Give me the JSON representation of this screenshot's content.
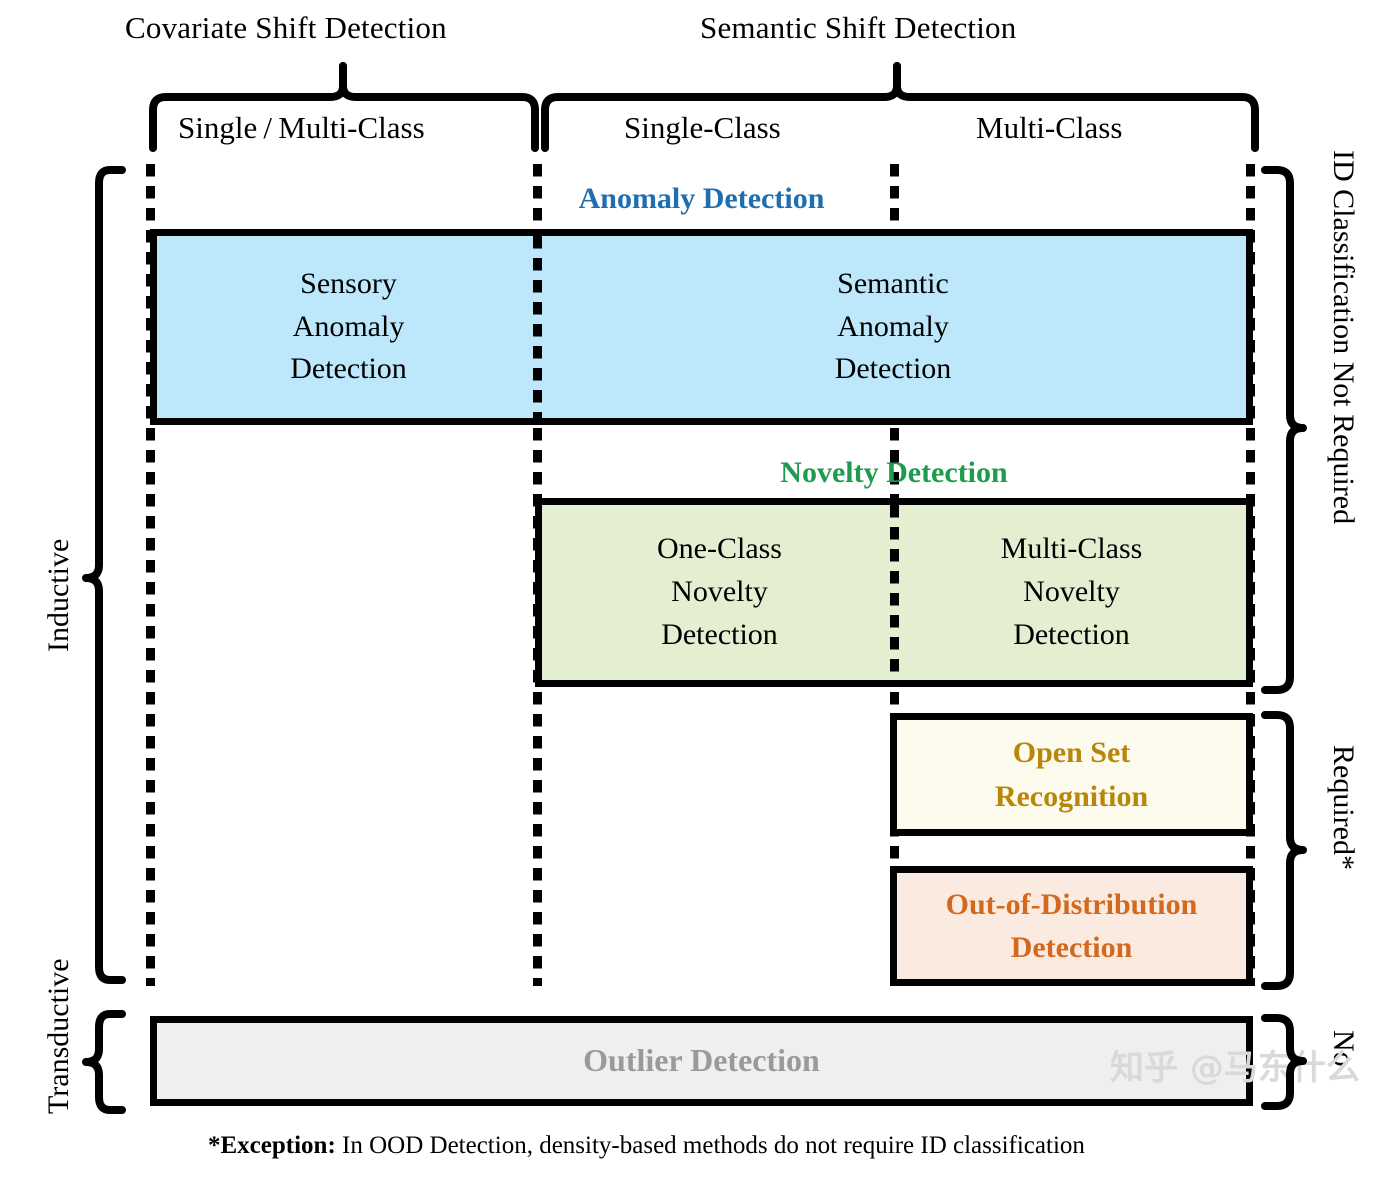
{
  "header": {
    "top_groups": [
      {
        "label": "Covariate Shift Detection"
      },
      {
        "label": "Semantic Shift Detection"
      }
    ],
    "column_groups": [
      {
        "label": "Single / Multi-Class"
      },
      {
        "label": "Single-Class"
      },
      {
        "label": "Multi-Class"
      }
    ]
  },
  "side_left": {
    "inductive": "Inductive",
    "transductive": "Transductive"
  },
  "side_right": {
    "not_required": "ID Classification Not Required",
    "required": "Required*",
    "no": "No"
  },
  "rows": {
    "anomaly": {
      "title": "Anomaly Detection",
      "title_color": "#1f6fb0",
      "fill": "#bde8fb",
      "cells": [
        {
          "lines": [
            "Sensory",
            "Anomaly",
            "Detection"
          ]
        },
        {
          "lines": [
            "Semantic",
            "Anomaly",
            "Detection"
          ]
        }
      ]
    },
    "novelty": {
      "title": "Novelty Detection",
      "title_color": "#1e9b4f",
      "fill": "#e4efd2",
      "cells": [
        {
          "lines": [
            "One-Class",
            "Novelty",
            "Detection"
          ]
        },
        {
          "lines": [
            "Multi-Class",
            "Novelty",
            "Detection"
          ]
        }
      ]
    },
    "open_set": {
      "fill": "#fdfbee",
      "text_color": "#b8860b",
      "lines": [
        "Open Set",
        "Recognition"
      ]
    },
    "ood": {
      "fill": "#fbeae0",
      "text_color": "#d2691e",
      "lines": [
        "Out-of-Distribution",
        "Detection"
      ]
    },
    "outlier": {
      "fill": "#efefef",
      "text_color": "#9a9a9a",
      "lines": [
        "Outlier Detection"
      ]
    }
  },
  "footnote": {
    "bold": "*Exception:",
    "rest": " In OOD Detection, density-based methods do not require ID classification"
  },
  "watermark": {
    "text": "知乎 @马东什么"
  }
}
